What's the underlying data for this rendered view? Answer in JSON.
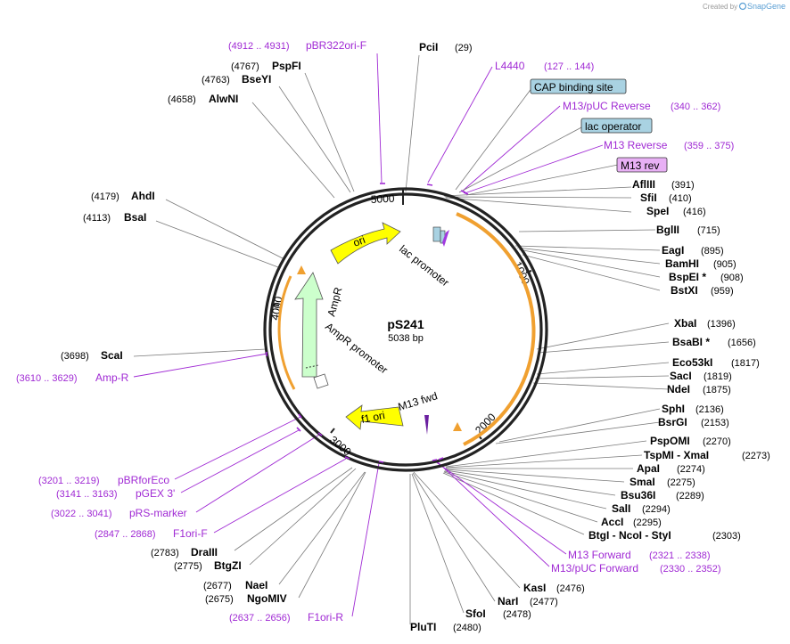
{
  "watermark": {
    "created_by": "Created by",
    "brand": "SnapGene"
  },
  "plasmid": {
    "name": "pS241",
    "length_label": "5038 bp",
    "length": 5038
  },
  "colors": {
    "primer": "#a02ad4",
    "ring": "#222222",
    "enzyme_line": "#7a7a7a",
    "arrow_yellow": "#ffff00",
    "arrow_green": "#ccffcc",
    "promoter_orange": "#f0a030",
    "feature_box_blue": "#a9d2e2",
    "feature_box_purple": "#e8b0f5"
  },
  "tick_labels": [
    "5000",
    "1000",
    "2000",
    "3000",
    "4000"
  ],
  "top_enzyme": {
    "name": "PciI",
    "pos": "(29)"
  },
  "right_enzymes": [
    {
      "name": "AflIII",
      "pos": "(391)"
    },
    {
      "name": "SfiI",
      "pos": "(410)"
    },
    {
      "name": "SpeI",
      "pos": "(416)"
    },
    {
      "name": "BglII",
      "pos": "(715)"
    },
    {
      "name": "EagI",
      "pos": "(895)"
    },
    {
      "name": "BamHI",
      "pos": "(905)"
    },
    {
      "name": "BspEI *",
      "pos": "(908)"
    },
    {
      "name": "BstXI",
      "pos": "(959)"
    },
    {
      "name": "XbaI",
      "pos": "(1396)"
    },
    {
      "name": "BsaBI *",
      "pos": "(1656)"
    },
    {
      "name": "Eco53kI",
      "pos": "(1817)"
    },
    {
      "name": "SacI",
      "pos": "(1819)"
    },
    {
      "name": "NdeI",
      "pos": "(1875)"
    },
    {
      "name": "SphI",
      "pos": "(2136)"
    },
    {
      "name": "BsrGI",
      "pos": "(2153)"
    },
    {
      "name": "PspOMI",
      "pos": "(2270)"
    },
    {
      "name": "TspMI - XmaI",
      "pos": "(2273)"
    },
    {
      "name": "ApaI",
      "pos": "(2274)"
    },
    {
      "name": "SmaI",
      "pos": "(2275)"
    },
    {
      "name": "Bsu36I",
      "pos": "(2289)"
    },
    {
      "name": "SalI",
      "pos": "(2294)"
    },
    {
      "name": "AccI",
      "pos": "(2295)"
    },
    {
      "name": "BtgI - NcoI - StyI",
      "pos": "(2303)"
    }
  ],
  "bottom_enzymes": [
    {
      "name": "KasI",
      "pos": "(2476)"
    },
    {
      "name": "NarI",
      "pos": "(2477)"
    },
    {
      "name": "SfoI",
      "pos": "(2478)"
    },
    {
      "name": "PluTI",
      "pos": "(2480)"
    }
  ],
  "left_enzymes": [
    {
      "name": "PspFI",
      "pos": "(4767)"
    },
    {
      "name": "BseYI",
      "pos": "(4763)"
    },
    {
      "name": "AlwNI",
      "pos": "(4658)"
    },
    {
      "name": "AhdI",
      "pos": "(4179)"
    },
    {
      "name": "BsaI",
      "pos": "(4113)"
    },
    {
      "name": "ScaI",
      "pos": "(3698)"
    },
    {
      "name": "DraIII",
      "pos": "(2783)"
    },
    {
      "name": "BtgZI",
      "pos": "(2775)"
    },
    {
      "name": "NaeI",
      "pos": "(2677)"
    },
    {
      "name": "NgoMIV",
      "pos": "(2675)"
    }
  ],
  "primers": [
    {
      "name": "pBR322ori-F",
      "range": "(4912 .. 4931)"
    },
    {
      "name": "L4440",
      "range": "(127 .. 144)"
    },
    {
      "name": "M13/pUC Reverse",
      "range": "(340 .. 362)"
    },
    {
      "name": "M13 Reverse",
      "range": "(359 .. 375)"
    },
    {
      "name": "M13 Forward",
      "range": "(2321 .. 2338)"
    },
    {
      "name": "M13/pUC Forward",
      "range": "(2330 .. 2352)"
    },
    {
      "name": "Amp-R",
      "range": "(3610 .. 3629)"
    },
    {
      "name": "pBRforEco",
      "range": "(3201 .. 3219)"
    },
    {
      "name": "pGEX 3'",
      "range": "(3141 .. 3163)"
    },
    {
      "name": "pRS-marker",
      "range": "(3022 .. 3041)"
    },
    {
      "name": "F1ori-F",
      "range": "(2847 .. 2868)"
    },
    {
      "name": "F1ori-R",
      "range": "(2637 .. 2656)"
    }
  ],
  "feature_boxes": [
    {
      "name": "CAP binding site"
    },
    {
      "name": "lac operator"
    },
    {
      "name": "M13 rev"
    }
  ],
  "features": {
    "ori": "ori",
    "ampr": "AmpR",
    "ampr_promoter": "AmpR promoter",
    "lac_promoter": "lac promoter",
    "m13_fwd": "M13 fwd",
    "f1_ori": "f1 ori"
  }
}
